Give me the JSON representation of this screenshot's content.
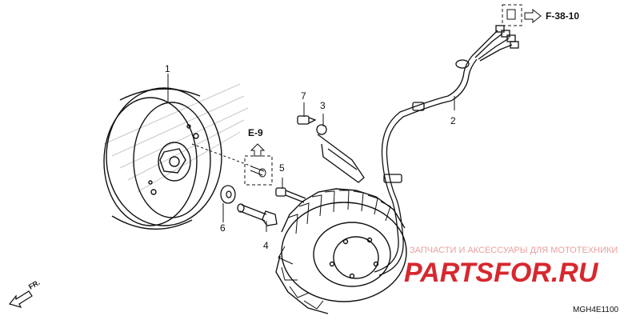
{
  "parts": {
    "p1": "1",
    "p2": "2",
    "p3": "3",
    "p4": "4",
    "p5": "5",
    "p6": "6",
    "p7": "7"
  },
  "refs": {
    "e9": "E-9",
    "f3810": "F-38-10"
  },
  "direction": "FR.",
  "diagram_code": "MGH4E1100",
  "watermark": {
    "top": "ЗАПЧАСТИ И АКСЕССУАРЫ ДЛЯ МОТОТЕХНИКИ",
    "brand": "PARTSFOR.RU"
  },
  "colors": {
    "line": "#111111",
    "watermark_red": "#d7282f",
    "watermark_light": "#e8a0a0"
  }
}
